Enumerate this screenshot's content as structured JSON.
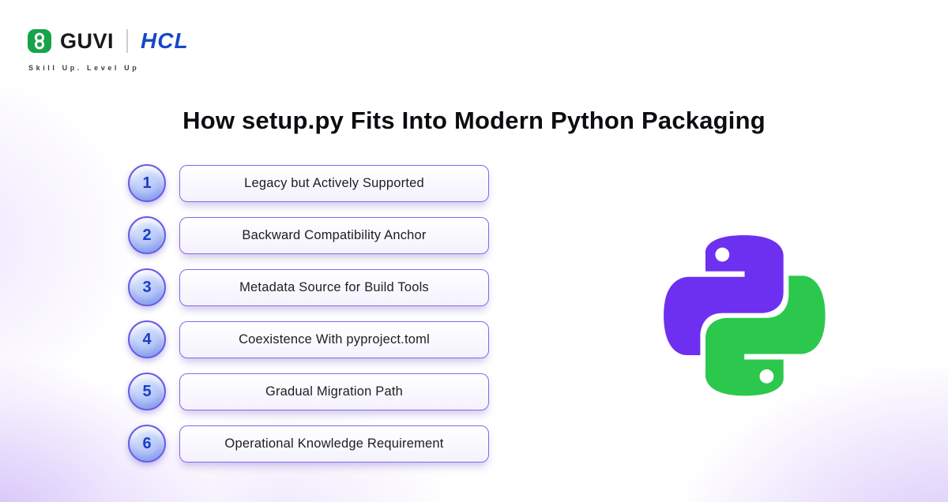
{
  "header": {
    "brand_guvi": "GUVI",
    "brand_hcl": "HCL",
    "tagline": "Skill Up. Level Up",
    "guvi_icon": "guvi-chain-icon"
  },
  "title": "How setup.py Fits Into Modern Python Packaging",
  "items": [
    {
      "number": "1",
      "label": "Legacy but Actively Supported"
    },
    {
      "number": "2",
      "label": "Backward Compatibility Anchor"
    },
    {
      "number": "3",
      "label": "Metadata Source for Build Tools"
    },
    {
      "number": "4",
      "label": "Coexistence With pyproject.toml"
    },
    {
      "number": "5",
      "label": "Gradual Migration Path"
    },
    {
      "number": "6",
      "label": "Operational Knowledge Requirement"
    }
  ],
  "python_logo": {
    "icon": "python-logo",
    "purple": "#6E30F0",
    "green": "#2BC84D"
  },
  "colors": {
    "guvi_green": "#16A34A",
    "hcl_blue": "#1847C6",
    "accent_purple": "#8A63F0",
    "badge_number_blue": "#1C3EC6"
  }
}
